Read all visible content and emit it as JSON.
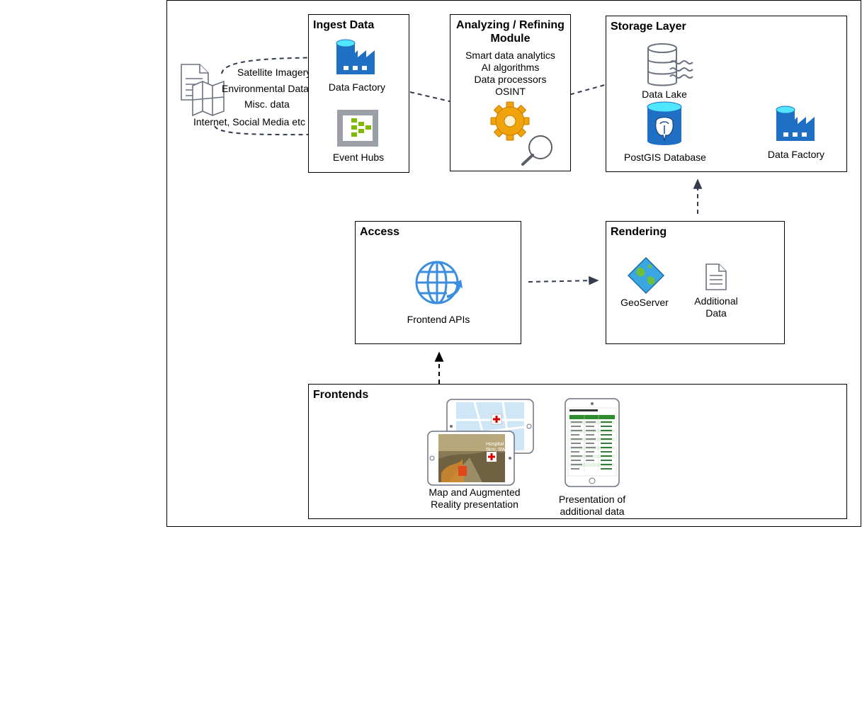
{
  "sources": {
    "items": [
      "Satellite Imagery",
      "Environmental Data",
      "Misc. data",
      "Internet, Social Media etc"
    ]
  },
  "ingest": {
    "title": "Ingest Data",
    "data_factory_label": "Data Factory",
    "event_hubs_label": "Event Hubs"
  },
  "analyze": {
    "title_line1": "Analyzing / Refining",
    "title_line2": "Module",
    "items": [
      "Smart data analytics",
      "AI algorithms",
      "Data processors",
      "OSINT"
    ]
  },
  "storage": {
    "title": "Storage Layer",
    "data_lake_label": "Data Lake",
    "postgis_label": "PostGIS Database",
    "data_factory_label": "Data Factory"
  },
  "access": {
    "title": "Access",
    "frontend_apis_label": "Frontend APIs"
  },
  "rendering": {
    "title": "Rendering",
    "geoserver_label": "GeoServer",
    "additional_line1": "Additional",
    "additional_line2": "Data"
  },
  "frontends": {
    "title": "Frontends",
    "map_line1": "Map and Augmented",
    "map_line2": "Reality presentation",
    "presentation_line1": "Presentation of",
    "presentation_line2": "additional data",
    "hospital_line1": "Hospital",
    "hospital_line2": "5km, SW"
  },
  "colors": {
    "arrow": "#333c4e",
    "azure_blue": "#1f6fc5",
    "event_green": "#7fba00",
    "globe_blue": "#3b8de0",
    "gear_orange": "#f0a30a",
    "table_green": "#2e8b2e"
  }
}
